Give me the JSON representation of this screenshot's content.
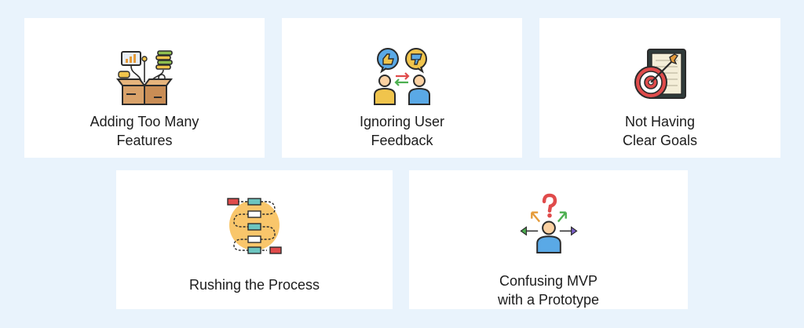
{
  "cards": [
    {
      "label": "Adding Too Many\nFeatures",
      "icon": "feature-box-icon"
    },
    {
      "label": "Ignoring User\nFeedback",
      "icon": "user-feedback-icon"
    },
    {
      "label": "Not Having\nClear Goals",
      "icon": "target-goal-icon"
    },
    {
      "label": "Rushing the Process",
      "icon": "process-flow-icon"
    },
    {
      "label": "Confusing MVP\nwith a Prototype",
      "icon": "confused-user-icon"
    }
  ],
  "colors": {
    "background": "#e9f3fc",
    "card": "#ffffff",
    "text": "#1c1c1c",
    "icon_outline": "#2b2b2b"
  }
}
